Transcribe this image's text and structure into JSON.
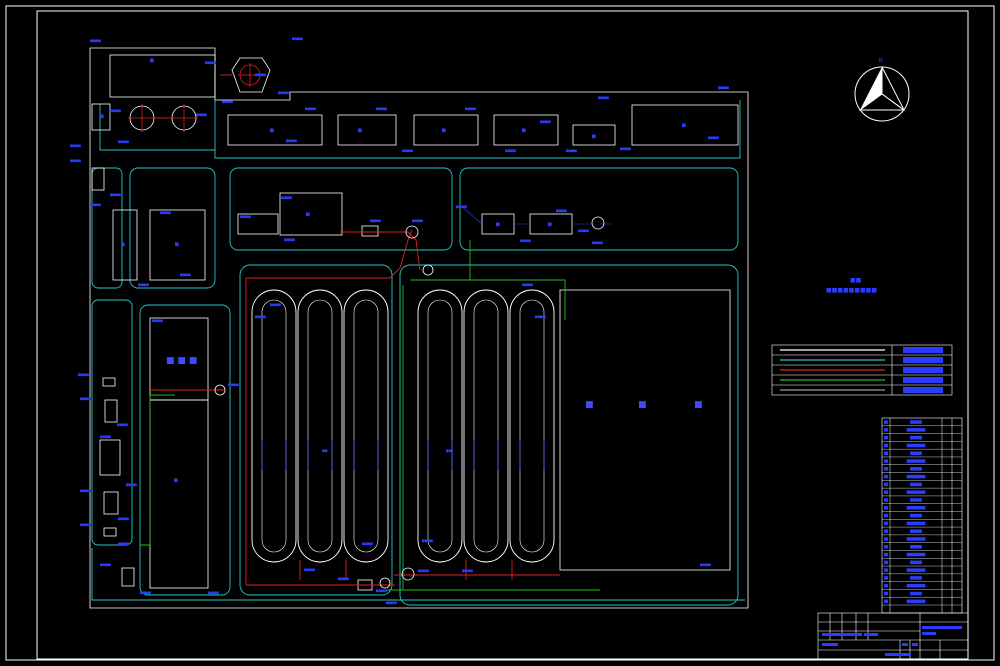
{
  "colors": {
    "background": "#000000",
    "frame": "#ffffff",
    "road": "#28c8c8",
    "building": "#ffffff",
    "label": "#2a3cff",
    "pipe_red": "#e02020",
    "pipe_green": "#20c020"
  },
  "compass": {
    "symbol": "N"
  },
  "legend_rows": 5,
  "parts_rows": 24,
  "icons": [
    "north-arrow-icon",
    "tank-icon",
    "pump-icon"
  ]
}
